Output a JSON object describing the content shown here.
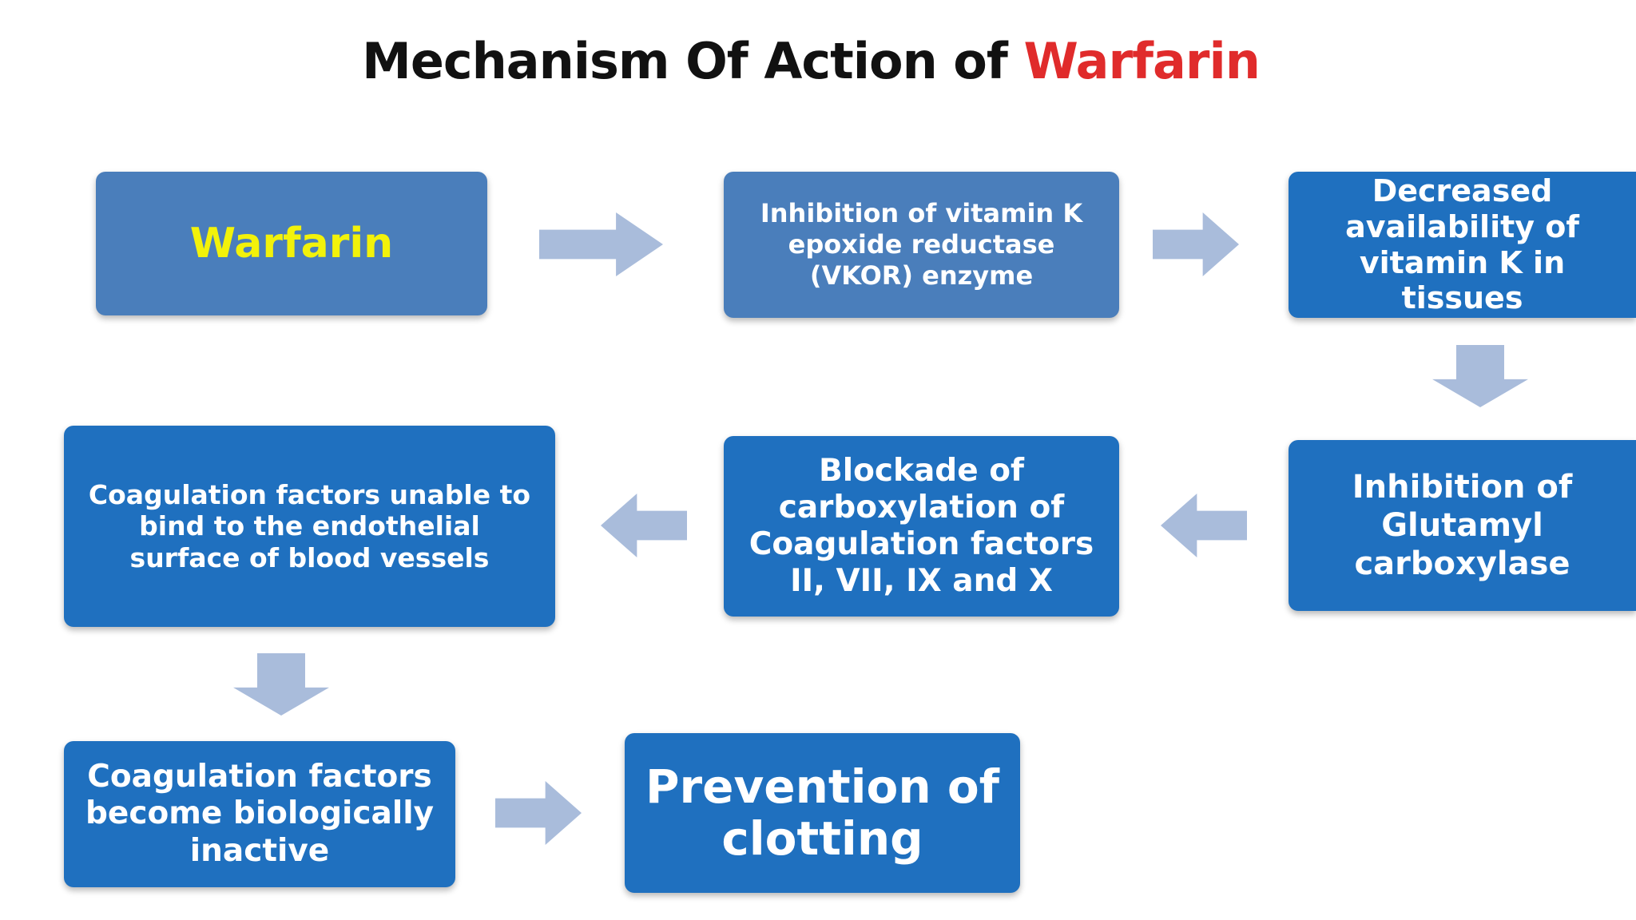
{
  "title": {
    "prefix": "Mechanism Of Action of ",
    "highlight": "Warfarin"
  },
  "colors": {
    "title_text": "#111111",
    "title_highlight": "#e02b2b",
    "box_soft": "#4a7ebb",
    "box_strong": "#1f70bf",
    "box_text": "#ffffff",
    "warfarin_text": "#f2f20a",
    "arrow": "#a9bcdb"
  },
  "nodes": {
    "warfarin": "Warfarin",
    "vkor": "Inhibition of vitamin K epoxide reductase (VKOR) enzyme",
    "vitk": "Decreased availability of vitamin K in tissues",
    "glutamyl": "Inhibition of Glutamyl carboxylase",
    "blockade": "Blockade of carboxylation of Coagulation factors II, VII, IX and X",
    "unable": "Coagulation factors unable to bind to the endothelial surface of blood vessels",
    "inactive": "Coagulation factors become biologically inactive",
    "prevention": "Prevention of clotting"
  },
  "arrows": [
    {
      "from": "warfarin",
      "to": "vkor",
      "direction": "right"
    },
    {
      "from": "vkor",
      "to": "vitk",
      "direction": "right"
    },
    {
      "from": "vitk",
      "to": "glutamyl",
      "direction": "down"
    },
    {
      "from": "glutamyl",
      "to": "blockade",
      "direction": "left"
    },
    {
      "from": "blockade",
      "to": "unable",
      "direction": "left"
    },
    {
      "from": "unable",
      "to": "inactive",
      "direction": "down"
    },
    {
      "from": "inactive",
      "to": "prevention",
      "direction": "right"
    }
  ]
}
